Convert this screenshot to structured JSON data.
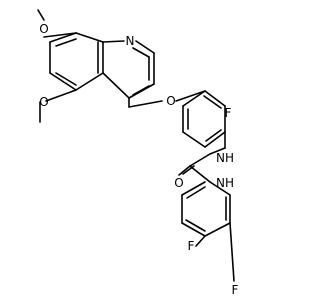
{
  "diagram": {
    "type": "chemical-structure",
    "atoms": {
      "O_top": "O",
      "O_mid": "O",
      "N_ring": "N",
      "O_ether": "O",
      "F_1": "F",
      "NH_1": "NH",
      "O_carbonyl": "O",
      "NH_2": "NH",
      "F_2": "F",
      "F_3": "F"
    }
  }
}
